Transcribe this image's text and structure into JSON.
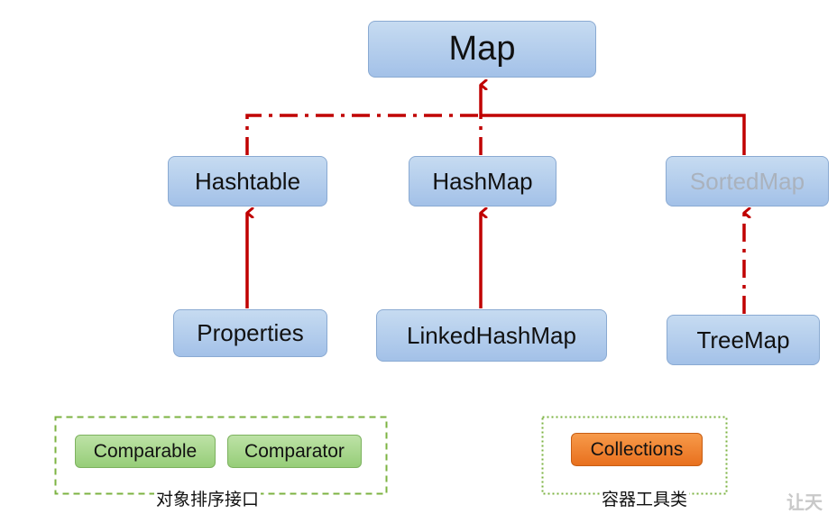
{
  "nodes": {
    "map": "Map",
    "hashtable": "Hashtable",
    "hashmap": "HashMap",
    "sortedmap": "SortedMap",
    "properties": "Properties",
    "linkedhashmap": "LinkedHashMap",
    "treemap": "TreeMap"
  },
  "groups": {
    "sorting": {
      "label": "对象排序接口",
      "items": [
        "Comparable",
        "Comparator"
      ]
    },
    "utility": {
      "label": "容器工具类",
      "items": [
        "Collections"
      ]
    }
  },
  "watermark": "让天",
  "colors": {
    "node_fill": "#b5cfee",
    "node_border": "#8aaad2",
    "arrow": "#c00000",
    "muted_text": "#aab2bd",
    "green_fill": "#a8d68c",
    "green_border": "#7db25f",
    "orange_fill": "#f0822e",
    "dash_green": "#7cb342"
  },
  "edges": [
    {
      "from": "hashtable",
      "to": "map",
      "style": "dash-dot"
    },
    {
      "from": "hashmap",
      "to": "map",
      "style": "dash-dot"
    },
    {
      "from": "sortedmap",
      "to": "map",
      "style": "solid"
    },
    {
      "from": "properties",
      "to": "hashtable",
      "style": "solid"
    },
    {
      "from": "linkedhashmap",
      "to": "hashmap",
      "style": "solid"
    },
    {
      "from": "treemap",
      "to": "sortedmap",
      "style": "dash-dot"
    }
  ]
}
